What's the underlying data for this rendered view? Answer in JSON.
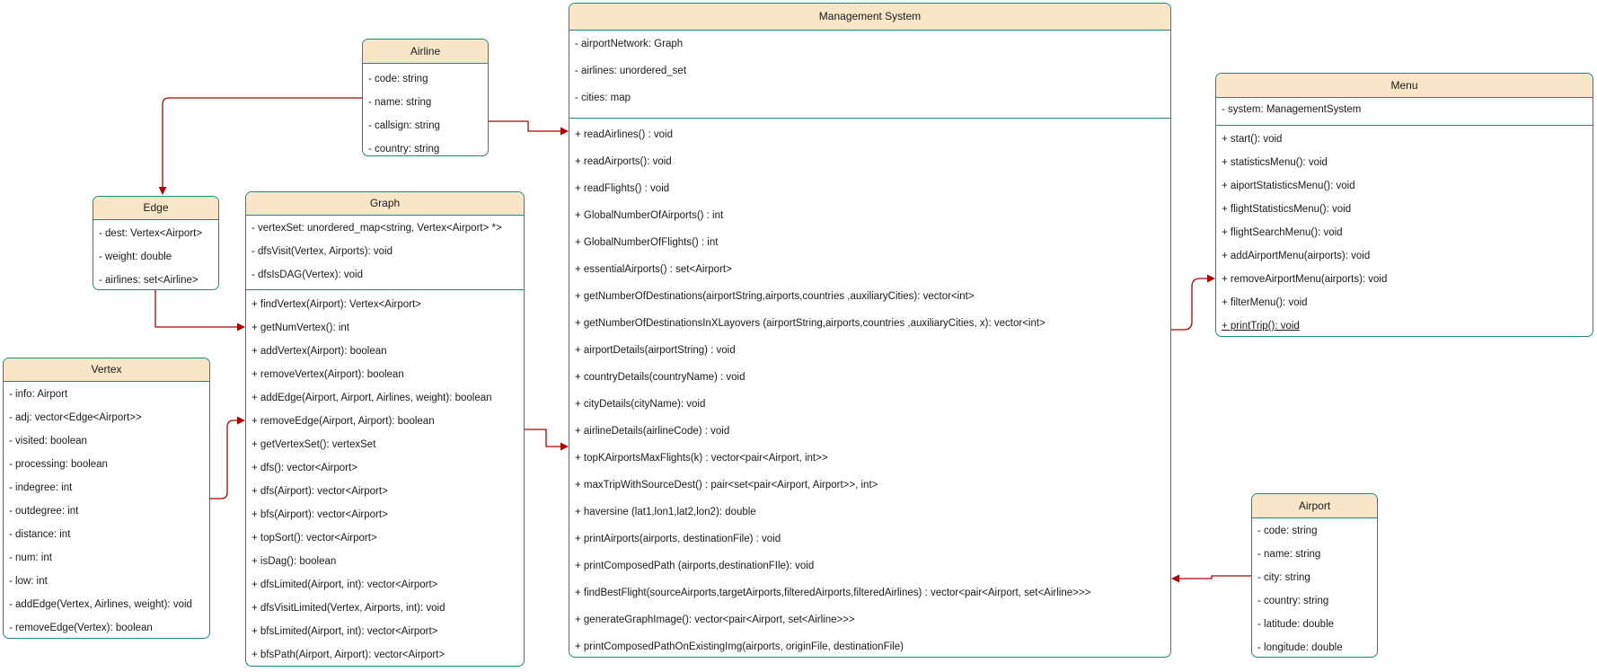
{
  "classes": {
    "airline": {
      "name": "Airline",
      "attributes": [
        "- code: string",
        "- name: string",
        "- callsign: string",
        "- country: string"
      ],
      "methods": []
    },
    "edge": {
      "name": "Edge",
      "attributes": [
        "- dest: Vertex<Airport>",
        "- weight: double",
        "- airlines: set<Airline>"
      ],
      "methods": []
    },
    "graph": {
      "name": "Graph",
      "attributes": [
        "- vertexSet: unordered_map<string, Vertex<Airport> *>",
        "- dfsVisit(Vertex, Airports): void",
        "- dfsIsDAG(Vertex): void"
      ],
      "methods": [
        "+ findVertex(Airport): Vertex<Airport>",
        "+ getNumVertex(): int",
        "+ addVertex(Airport): boolean",
        "+ removeVertex(Airport): boolean",
        "+ addEdge(Airport, Airport, Airlines, weight): boolean",
        "+ removeEdge(Airport, Airport): boolean",
        "+ getVertexSet(): vertexSet",
        "+ dfs(): vector<Airport>",
        "+ dfs(Airport): vector<Airport>",
        "+ bfs(Airport): vector<Airport>",
        "+ topSort(): vector<Airport>",
        "+ isDag(): boolean",
        "+ dfsLimited(Airport, int): vector<Airport>",
        "+ dfsVisitLimited(Vertex, Airports, int): void",
        "+ bfsLimited(Airport, int): vector<Airport>",
        "+ bfsPath(Airport, Airport): vector<Airport>"
      ]
    },
    "vertex": {
      "name": "Vertex",
      "attributes": [
        "- info: Airport",
        "- adj: vector<Edge<Airport>>",
        "- visited: boolean",
        "- processing: boolean",
        "- indegree: int",
        "- outdegree: int",
        "- distance: int",
        "- num: int",
        "- low: int",
        "- addEdge(Vertex, Airlines, weight): void",
        "- removeEdge(Vertex): boolean"
      ],
      "methods": []
    },
    "management": {
      "name": "Management System",
      "attributes": [
        "- airportNetwork: Graph",
        "- airlines: unordered_set",
        "- cities: map"
      ],
      "methods": [
        "+ readAirlines() : void",
        "+ readAirports(): void",
        "+ readFlights() : void",
        "+ GlobalNumberOfAirports() : int",
        "+ GlobalNumberOfFlights() : int",
        "+ essentialAirports() : set<Airport>",
        "+ getNumberOfDestinations(airportString,airports,countries ,auxiliaryCities): vector<int>",
        "+ getNumberOfDestinationsInXLayovers (airportString,airports,countries ,auxiliaryCities, x): vector<int>",
        "+ airportDetails(airportString) : void",
        "+ countryDetails(countryName) : void",
        "+ cityDetails(cityName): void",
        "+ airlineDetails(airlineCode) : void",
        "+ topKAirportsMaxFlights(k) : vector<pair<Airport, int>>",
        "+ maxTripWithSourceDest() : pair<set<pair<Airport, Airport>>, int>",
        "+ haversine (lat1,lon1,lat2,lon2): double",
        "+ printAirports(airports, destinationFile) : void",
        "+ printComposedPath (airports,destinationFIle): void",
        "+ findBestFlight(sourceAirports,targetAirports,filteredAirports,filteredAirlines) : vector<pair<Airport, set<Airline>>>",
        "+ generateGraphImage(): vector<pair<Airport, set<Airline>>>",
        "+ printComposedPathOnExistingImg(airports, originFile,  destinationFile)"
      ]
    },
    "menu": {
      "name": "Menu",
      "attributes": [
        "- system: ManagementSystem"
      ],
      "methods": [
        "+ start(): void",
        "+ statisticsMenu(): void",
        "+ aiportStatisticsMenu(): void",
        "+ flightStatisticsMenu(): void",
        "+ flightSearchMenu(): void",
        "+ addAirportMenu(airports): void",
        "+ removeAirportMenu(airports): void",
        "+ filterMenu(): void",
        "+ printTrip(): void"
      ]
    },
    "airport": {
      "name": "Airport",
      "attributes": [
        "- code: string",
        "- name: string",
        "- city: string",
        "- country: string",
        "- latitude: double",
        "- longitude: double"
      ],
      "methods": []
    }
  },
  "colors": {
    "border": "#1b8a80",
    "header_fill": "#f9e6c8",
    "arrow": "#b20000"
  }
}
